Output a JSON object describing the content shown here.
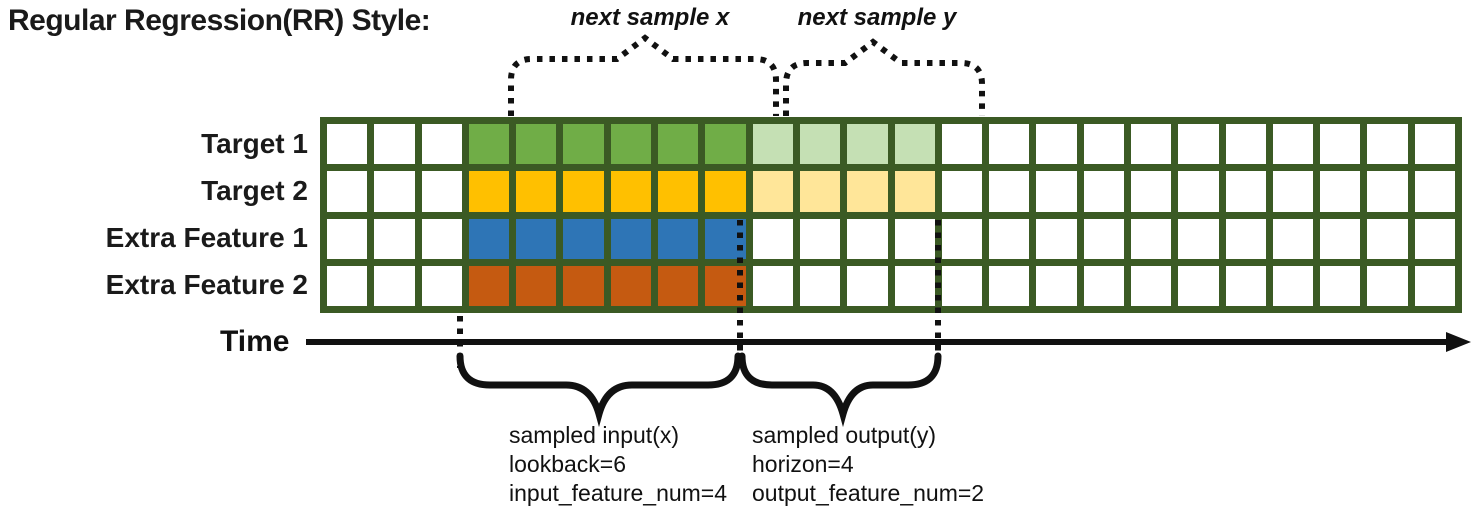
{
  "title": "Regular Regression(RR) Style:",
  "annotations": {
    "next_sample_x": "next sample x",
    "next_sample_y": "next sample y",
    "time_label": "Time"
  },
  "grid": {
    "n_cols": 24,
    "n_rows": 4,
    "input_start_col": 4,
    "lookback": 6,
    "horizon": 4,
    "border_color": "#3B5A24",
    "cell_color": "#FFFFFF",
    "rows": [
      {
        "label": "Target 1",
        "input_color": "#70AD47",
        "output_color": "#C5E0B4"
      },
      {
        "label": "Target 2",
        "input_color": "#FFC000",
        "output_color": "#FFE699"
      },
      {
        "label": "Extra Feature 1",
        "input_color": "#2E75B6",
        "output_color": null
      },
      {
        "label": "Extra Feature 2",
        "input_color": "#C55A11",
        "output_color": null
      }
    ]
  },
  "input_block": {
    "line1": "sampled input(x)",
    "line2": "lookback=6",
    "line3": "input_feature_num=4"
  },
  "output_block": {
    "line1": "sampled output(y)",
    "line2": "horizon=4",
    "line3": "output_feature_num=2"
  }
}
